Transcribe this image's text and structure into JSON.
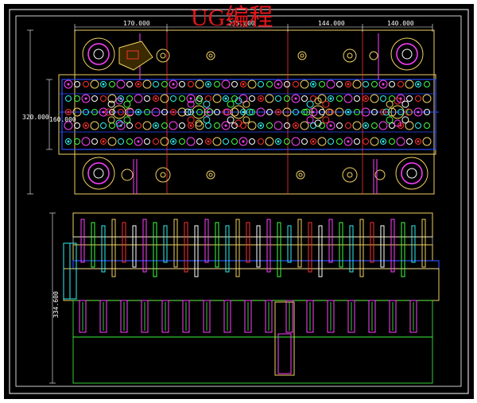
{
  "watermark": "UG编程",
  "dimensions": {
    "top_1": "170.000",
    "top_2": "235.000",
    "top_3": "144.000",
    "top_4": "140.000",
    "left_outer": "320.000",
    "left_inner": "160.000",
    "section_height": "334.600"
  },
  "colors": {
    "background": "#000000",
    "outline": "#ffffff",
    "plate": "#f0d060",
    "strip": "#2a4cff",
    "red": "#ff3030",
    "magenta": "#ff40ff",
    "green": "#40ff40",
    "cyan": "#30f0f0"
  }
}
